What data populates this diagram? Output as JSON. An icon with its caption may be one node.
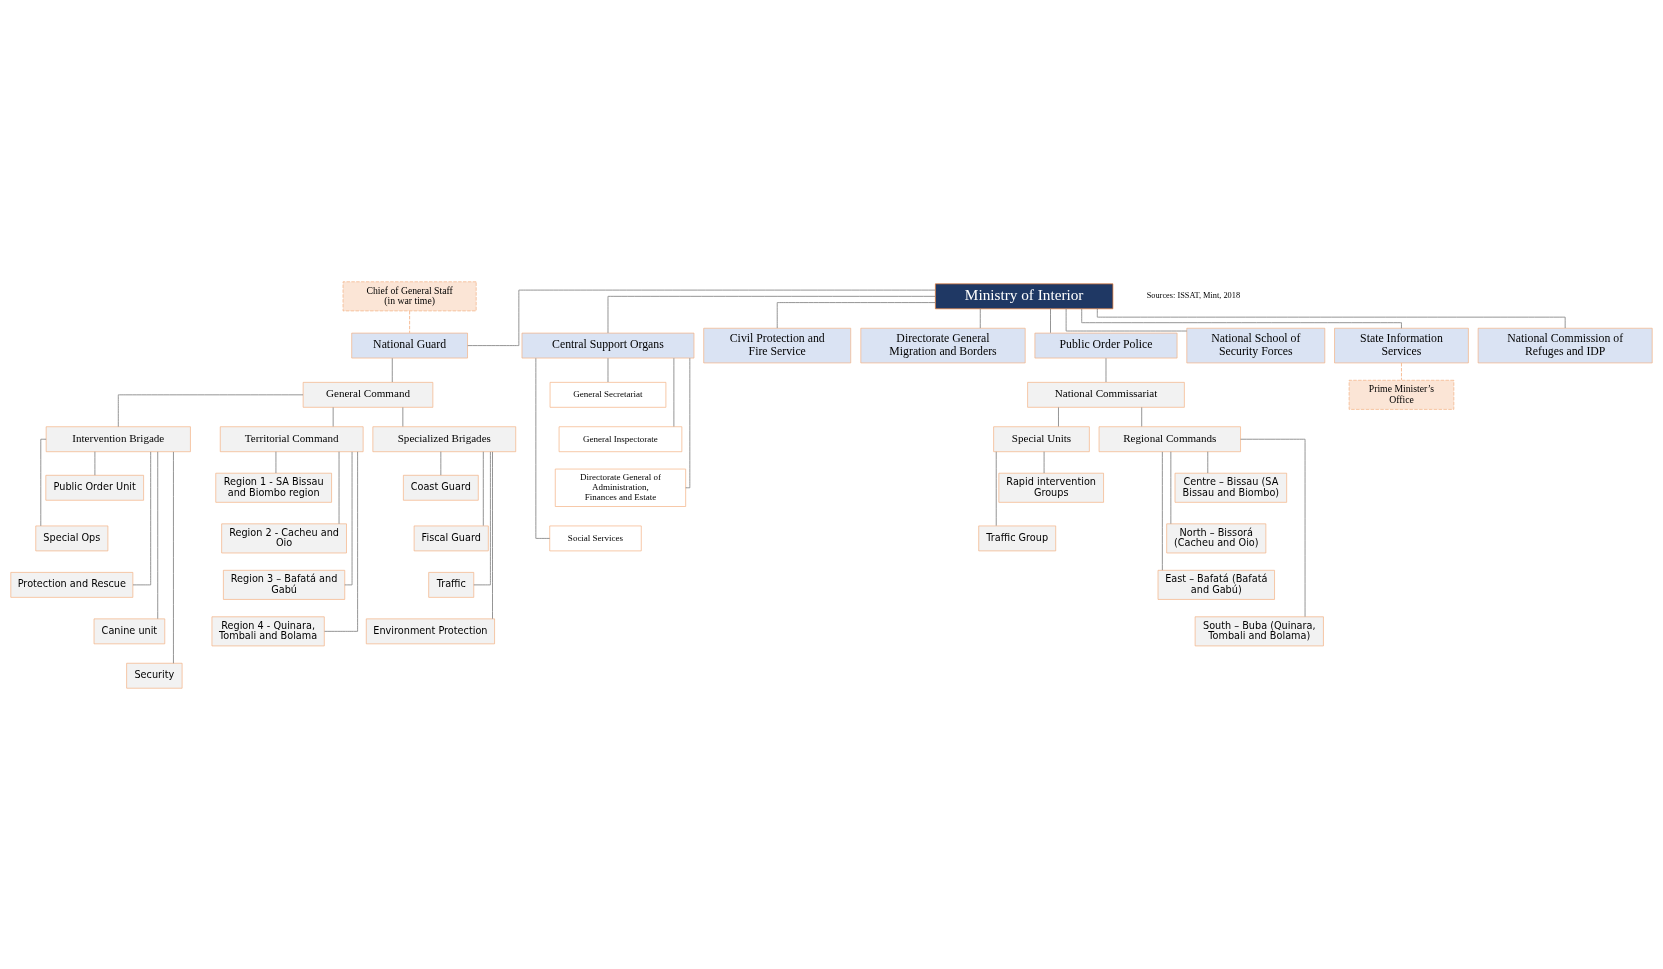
{
  "diagram": {
    "nodes": [
      {
        "text": [
          "Ministry of Interior"
        ]
      },
      {
        "text": [
          "National Commission of Refuges and IDP"
        ]
      },
      {
        "text": [
          "Central Support Organs"
        ]
      },
      {
        "text": [
          "General Secretariat"
        ]
      },
      {
        "text": [
          "General Inspectorate"
        ]
      },
      {
        "text": [
          "Directorate General of Administration, Finances and Estate"
        ]
      },
      {
        "text": [
          "Social Services"
        ]
      },
      {
        "text": [
          "Chief of General Staff",
          "(in war time)"
        ]
      },
      {
        "text": [
          "National Guard"
        ]
      },
      {
        "text": [
          "Civil Protection and Fire Service"
        ]
      },
      {
        "text": [
          "Directorate General Migration and Borders"
        ]
      },
      {
        "text": [
          "Public Order Police"
        ]
      },
      {
        "text": [
          "National School of Security Forces"
        ]
      },
      {
        "text": [
          "State Information Services"
        ]
      },
      {
        "text": [
          "General Command"
        ]
      },
      {
        "text": [
          "National Commissariat"
        ]
      },
      {
        "text": [
          "Prime Minister’s Office"
        ]
      },
      {
        "text": [
          "Territorial Command"
        ]
      },
      {
        "text": [
          "Specialized Brigades"
        ]
      },
      {
        "text": [
          "Intervention Brigade"
        ]
      },
      {
        "text": [
          "Special Units"
        ]
      },
      {
        "text": [
          "Regional Commands"
        ]
      },
      {
        "text": [
          "Region 1 - SA Bissau and Biombo region"
        ]
      },
      {
        "text": [
          "Region 2 - Cacheu and Oio"
        ]
      },
      {
        "text": [
          "Region 3 – Bafatá and Gabú"
        ]
      },
      {
        "text": [
          "Region 4 - Quinara, Tombali and Bolama"
        ]
      },
      {
        "text": [
          "Coast Guard"
        ]
      },
      {
        "text": [
          "Fiscal Guard"
        ]
      },
      {
        "text": [
          "Traffic"
        ]
      },
      {
        "text": [
          "Environment Protection"
        ]
      },
      {
        "text": [
          "Public Order Unit"
        ]
      },
      {
        "text": [
          "Special Ops"
        ]
      },
      {
        "text": [
          "Protection and Rescue"
        ]
      },
      {
        "text": [
          "Canine unit"
        ]
      },
      {
        "text": [
          "Security"
        ]
      },
      {
        "text": [
          "Rapid intervention Groups"
        ]
      },
      {
        "text": [
          "Traffic Group"
        ]
      },
      {
        "text": [
          "Centre – Bissau (SA Bissau and Biombo)"
        ]
      },
      {
        "text": [
          "North – Bissorá (Cacheu and Oio)"
        ]
      },
      {
        "text": [
          "East – Bafatá (Bafatá and Gabú)"
        ]
      },
      {
        "text": [
          "South – Buba (Quinara, Tombali and Bolama)"
        ]
      }
    ],
    "edges": [
      {
        "from": 0,
        "to": 1,
        "arrow": "none"
      },
      {
        "from": 0,
        "to": 2,
        "arrow": "none"
      },
      {
        "from": 2,
        "to": 3,
        "arrow": "none"
      },
      {
        "from": 2,
        "to": 4,
        "arrow": "none"
      },
      {
        "from": 2,
        "to": 5,
        "arrow": "none"
      },
      {
        "from": 2,
        "to": 6,
        "arrow": "none"
      },
      {
        "from": 0,
        "to": 8,
        "arrow": "none"
      },
      {
        "from": 0,
        "to": 9,
        "arrow": "none"
      },
      {
        "from": 0,
        "to": 10,
        "arrow": "none"
      },
      {
        "from": 0,
        "to": 11,
        "arrow": "none"
      },
      {
        "from": 0,
        "to": 12,
        "arrow": "none"
      },
      {
        "from": 0,
        "to": 13,
        "arrow": "none"
      },
      {
        "from": 7,
        "to": 8,
        "arrow": "none",
        "style": "dashed",
        "color": "#f4b183"
      },
      {
        "from": 13,
        "to": 16,
        "arrow": "none",
        "style": "dashed",
        "color": "#f4b183"
      },
      {
        "from": 8,
        "to": 14,
        "arrow": "none"
      },
      {
        "from": 11,
        "to": 15,
        "arrow": "none"
      },
      {
        "from": 14,
        "to": 17,
        "arrow": "none"
      },
      {
        "from": 14,
        "to": 18,
        "arrow": "none"
      },
      {
        "from": 14,
        "to": 19,
        "arrow": "none"
      },
      {
        "from": 15,
        "to": 20,
        "arrow": "none"
      },
      {
        "from": 15,
        "to": 21,
        "arrow": "none"
      },
      {
        "from": 17,
        "to": 22,
        "arrow": "none"
      },
      {
        "from": 17,
        "to": 23,
        "arrow": "none"
      },
      {
        "from": 17,
        "to": 24,
        "arrow": "none"
      },
      {
        "from": 17,
        "to": 25,
        "arrow": "none"
      },
      {
        "from": 18,
        "to": 26,
        "arrow": "none"
      },
      {
        "from": 18,
        "to": 27,
        "arrow": "none"
      },
      {
        "from": 18,
        "to": 28,
        "arrow": "none"
      },
      {
        "from": 18,
        "to": 29,
        "arrow": "none"
      },
      {
        "from": 19,
        "to": 30,
        "arrow": "none"
      },
      {
        "from": 19,
        "to": 31,
        "arrow": "none"
      },
      {
        "from": 19,
        "to": 32,
        "arrow": "none"
      },
      {
        "from": 19,
        "to": 33,
        "arrow": "none"
      },
      {
        "from": 19,
        "to": 34,
        "arrow": "none"
      },
      {
        "from": 20,
        "to": 35,
        "arrow": "none"
      },
      {
        "from": 20,
        "to": 36,
        "arrow": "none"
      },
      {
        "from": 21,
        "to": 37,
        "arrow": "none"
      },
      {
        "from": 21,
        "to": 38,
        "arrow": "none"
      },
      {
        "from": 21,
        "to": 39,
        "arrow": "none"
      },
      {
        "from": 21,
        "to": 40,
        "arrow": "none"
      }
    ],
    "labels": [
      "Sources: ISSAT, Mint, 2018"
    ]
  }
}
